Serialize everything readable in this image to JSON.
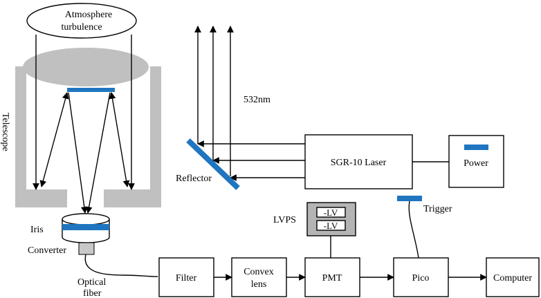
{
  "labels": {
    "atmosphere_line1": "Atmosphere",
    "atmosphere_line2": "turbulence",
    "telescope": "Telescope",
    "wavelength": "532nm",
    "reflector": "Reflector",
    "laser": "SGR-10 Laser",
    "power": "Power",
    "trigger": "Trigger",
    "lvps": "LVPS",
    "lv_top": "-LV",
    "lv_bottom": "-LV",
    "iris": "Iris",
    "converter": "Converter",
    "optical_fiber_line1": "Optical",
    "optical_fiber_line2": "fiber",
    "filter": "Filter",
    "convex_line1": "Convex",
    "convex_line2": "lens",
    "pmt": "PMT",
    "pico": "Pico",
    "computer": "Computer"
  },
  "colors": {
    "accent_blue": "#1f75c0",
    "telescope_gray": "#c0c0c0",
    "lvps_gray": "#b4b4b4",
    "line": "#000000"
  }
}
